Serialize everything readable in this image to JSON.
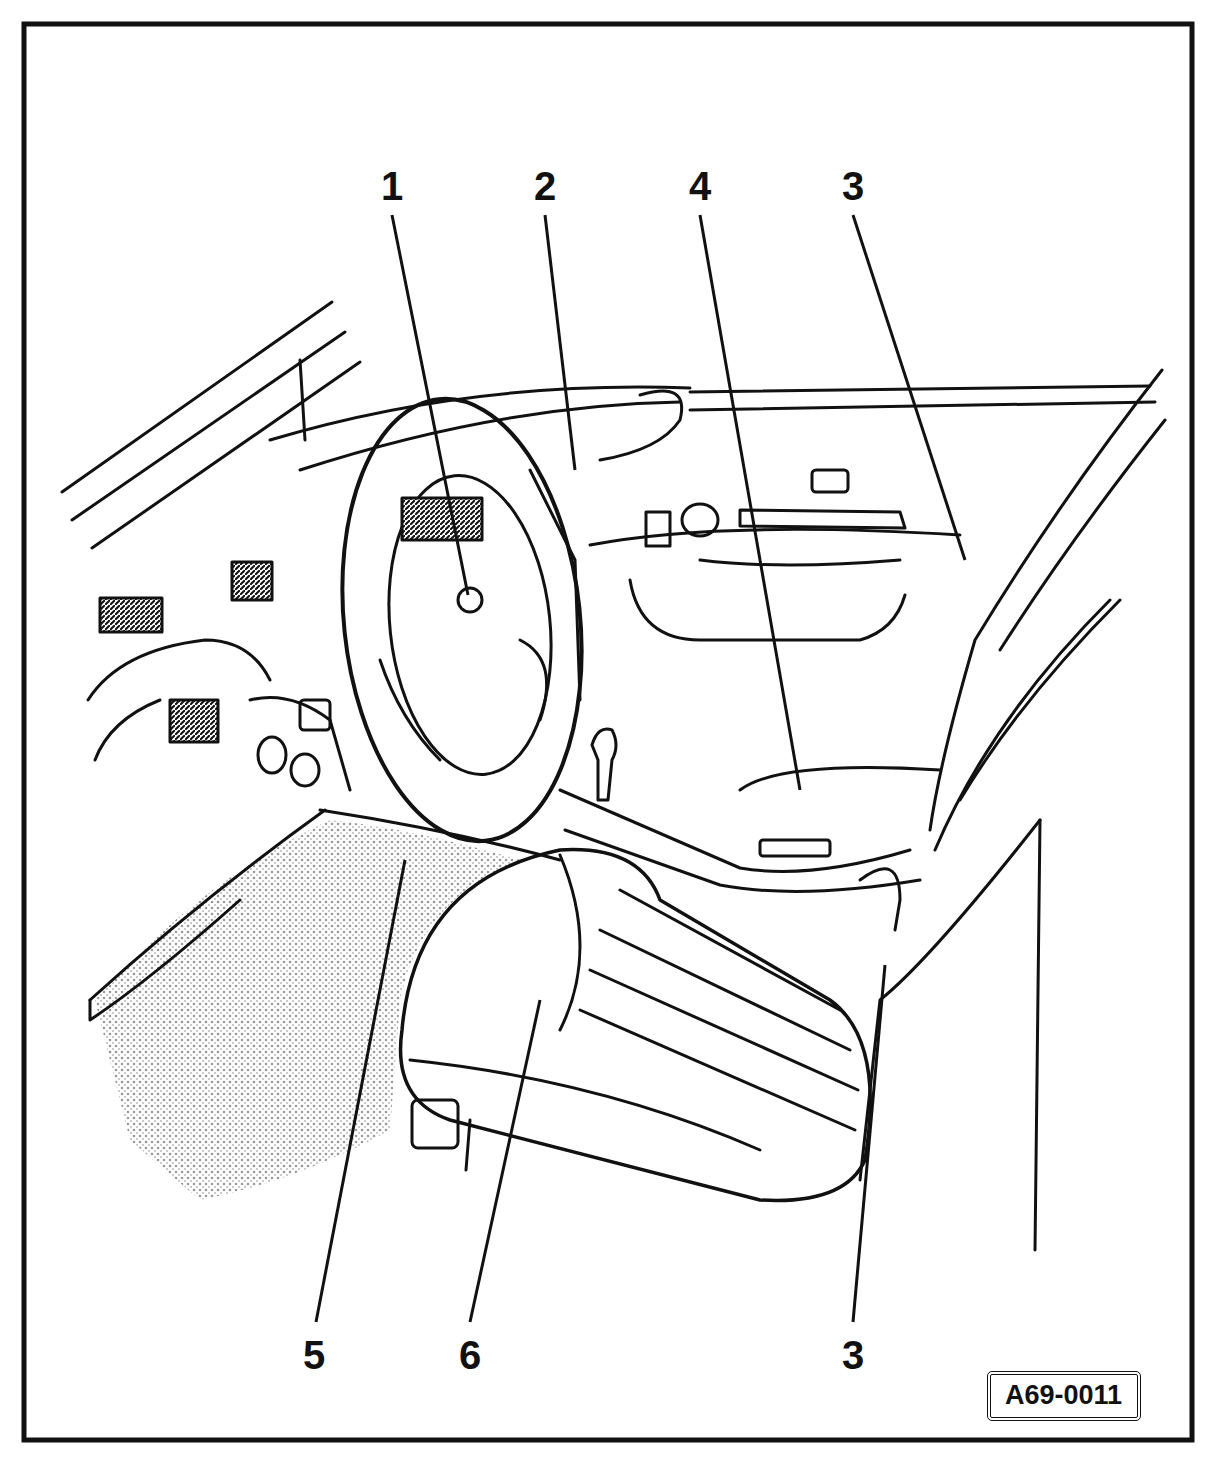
{
  "diagram": {
    "nodes": [
      {
        "text": [
          "A69-0011"
        ]
      }
    ],
    "labels": [
      "1",
      "2",
      "4",
      "3",
      "5",
      "6",
      "3"
    ]
  }
}
